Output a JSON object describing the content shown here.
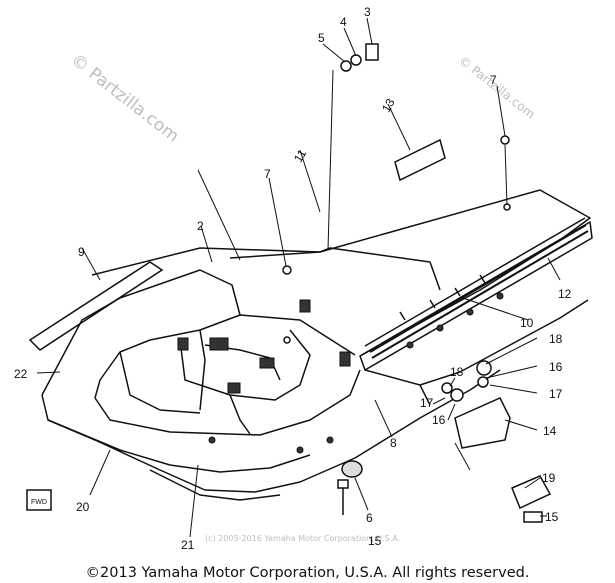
{
  "watermarks": {
    "left": "© Partzilla.com",
    "right": "© Partzilla.com",
    "bottom": "(c) 2005-2016 Yamaha Motor Corporation, U.S.A."
  },
  "callouts": {
    "c2": "2",
    "c3": "3",
    "c4": "4",
    "c5": "5",
    "c6": "6",
    "c7a": "7",
    "c7b": "7",
    "c8": "8",
    "c9": "9",
    "c10": "10",
    "c11": "11",
    "c12": "12",
    "c13": "13",
    "c14": "14",
    "c15a": "15",
    "c15b": "15",
    "c16a": "16",
    "c16b": "16",
    "c17a": "17",
    "c17b": "17",
    "c18a": "18",
    "c18b": "18",
    "c19": "19",
    "c20": "20",
    "c21": "21",
    "c22": "22"
  },
  "decal": "FWD",
  "copyright": "©2013 Yamaha Motor Corporation, U.S.A. All rights reserved."
}
